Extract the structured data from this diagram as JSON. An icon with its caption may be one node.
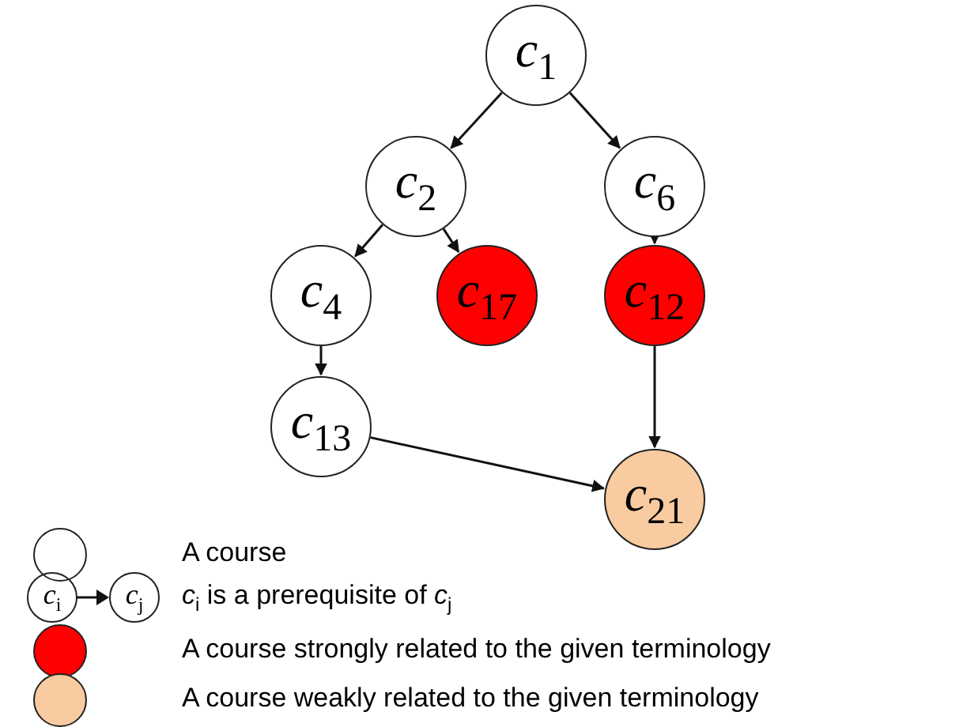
{
  "diagram": {
    "nodes": [
      {
        "text": [
          "*c*$_{1}$"
        ]
      },
      {
        "text": [
          "*c*$_{2}$"
        ]
      },
      {
        "text": [
          "*c*$_{6}$"
        ]
      },
      {
        "text": [
          "*c*$_{4}$"
        ]
      },
      {
        "text": [
          "*c*$_{17}$"
        ]
      },
      {
        "text": [
          "*c*$_{12}$"
        ]
      },
      {
        "text": [
          "*c*$_{13}$"
        ]
      },
      {
        "text": [
          "*c*$_{21}$"
        ]
      }
    ],
    "edges": [
      {
        "from": 0,
        "to": 1,
        "arrow": "to"
      },
      {
        "from": 0,
        "to": 2,
        "arrow": "to"
      },
      {
        "from": 1,
        "to": 3,
        "arrow": "to"
      },
      {
        "from": 1,
        "to": 4,
        "arrow": "to"
      },
      {
        "from": 2,
        "to": 5,
        "arrow": "to"
      },
      {
        "from": 3,
        "to": 6,
        "arrow": "to"
      },
      {
        "from": 5,
        "to": 7,
        "arrow": "to"
      },
      {
        "from": 6,
        "to": 7,
        "arrow": "to"
      }
    ],
    "labels": [
      "*c*$_{i}$",
      "*c*$_{j}$"
    ],
    "legend": [
      {
        "text": "A course",
        "color": "#ffffff"
      },
      {
        "text": "*c*$_{i}$ is a prerequisite of *c*$_{j}$"
      },
      {
        "text": "A course strongly related to the given terminology",
        "color": "#ff0000"
      },
      {
        "text": "A course weakly related to the given terminology",
        "color": "#f8cba0"
      }
    ]
  }
}
